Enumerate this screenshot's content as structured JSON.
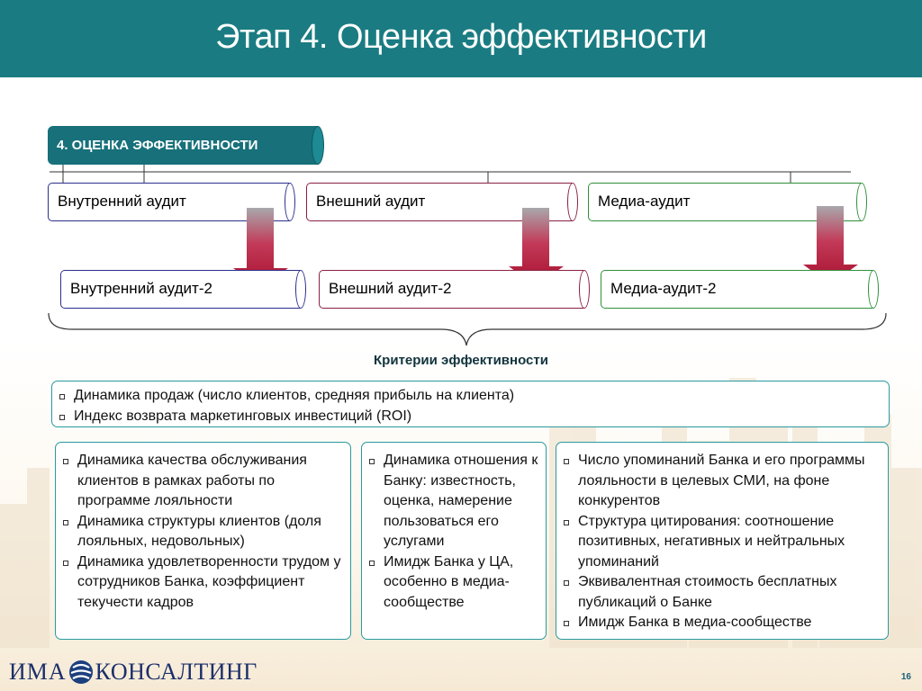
{
  "title": "Этап 4. Оценка эффективности",
  "head": "4. ОЦЕНКА ЭФФЕКТИВНОСТИ",
  "row1": [
    "Внутренний аудит",
    "Внешний аудит",
    "Медиа-аудит"
  ],
  "row2": [
    "Внутренний аудит-2",
    "Внешний аудит-2",
    "Медиа-аудит-2"
  ],
  "criteria_label": "Критерии эффективности",
  "common_criteria": [
    "Динамика продаж (число клиентов, средняя прибыль на клиента)",
    "Индекс возврата маркетинговых инвестиций (ROI)"
  ],
  "col1": [
    "Динамика качества обслуживания клиентов в рамках работы по программе лояльности",
    "Динамика структуры клиентов (доля лояльных, недовольных)",
    "Динамика удовлетворенности трудом у сотрудников Банка, коэффициент текучести кадров"
  ],
  "col2": [
    "Динамика отношения к Банку: известность, оценка, намерение пользоваться его услугами",
    "Имидж Банка у ЦА, особенно в медиа-сообществе"
  ],
  "col3": [
    "Число упоминаний Банка и его программы лояльности в целевых СМИ, на фоне конкурентов",
    "Структура цитирования: соотношение позитивных, негативных и нейтральных упоминаний",
    "Эквивалентная стоимость бесплатных публикаций о Банке",
    "Имидж Банка в медиа-сообществе"
  ],
  "logo": {
    "left": "ИМА",
    "right": "КОНСАЛТИНГ"
  },
  "page_number": "16",
  "colors": {
    "teal": "#1a7c82",
    "navy": "#2b2f8c",
    "maroon": "#8a2040",
    "green": "#2f8f3a",
    "arrow": "#b01c3c"
  }
}
